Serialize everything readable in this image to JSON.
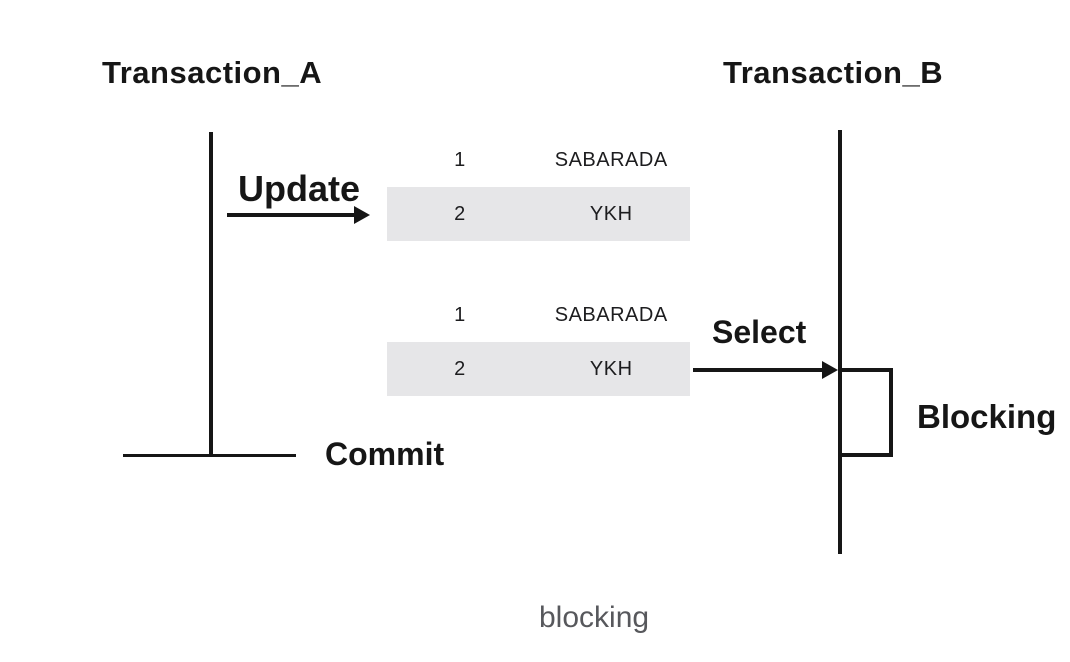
{
  "diagram": {
    "transaction_a": {
      "title": "Transaction_A",
      "update_label": "Update",
      "commit_label": "Commit"
    },
    "transaction_b": {
      "title": "Transaction_B",
      "select_label": "Select",
      "blocking_label": "Blocking"
    },
    "tables": [
      {
        "rows": [
          {
            "id": "1",
            "value": "SABARADA",
            "highlighted": false
          },
          {
            "id": "2",
            "value": "YKH",
            "highlighted": true
          }
        ]
      },
      {
        "rows": [
          {
            "id": "1",
            "value": "SABARADA",
            "highlighted": false
          },
          {
            "id": "2",
            "value": "YKH",
            "highlighted": true
          }
        ]
      }
    ],
    "caption": "blocking",
    "colors": {
      "line": "#161616",
      "row_highlight": "#e6e6e8",
      "caption_text": "#57585c",
      "background": "#ffffff"
    }
  }
}
